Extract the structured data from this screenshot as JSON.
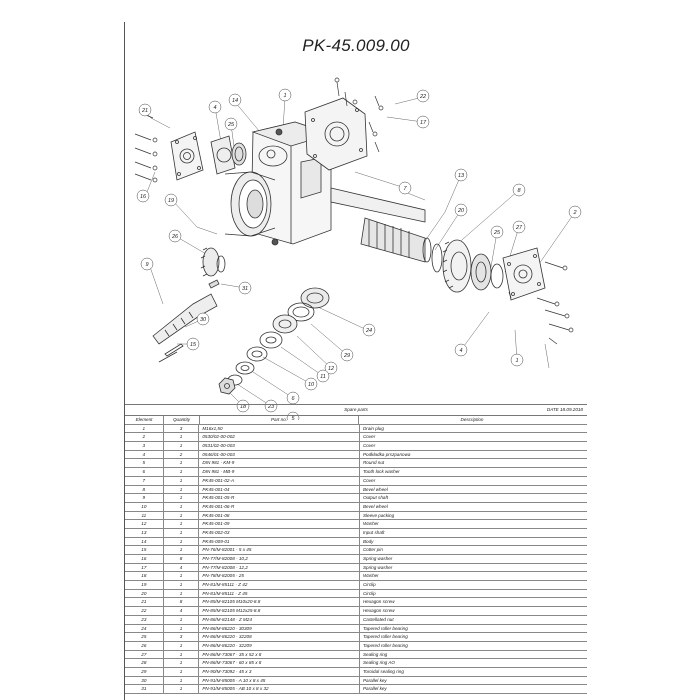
{
  "title": "PK-45.009.00",
  "table": {
    "caption": "Spare parts",
    "date": "DATE 18.09.2018",
    "headers": {
      "element": "Element",
      "quantity": "Quantity",
      "part_no": "Part no.",
      "description": "Description"
    },
    "rows": [
      {
        "el": "1",
        "qty": "3",
        "part": "M16x1,50",
        "desc": "Drain plug"
      },
      {
        "el": "2",
        "qty": "1",
        "part": "0530/02-00-002",
        "desc": "Cover"
      },
      {
        "el": "3",
        "qty": "1",
        "part": "0531/02-00-003",
        "desc": "Cover"
      },
      {
        "el": "4",
        "qty": "2",
        "part": "0546/01-00-003",
        "desc": "Podkładka prszpanowa"
      },
      {
        "el": "5",
        "qty": "1",
        "part": "DIN 981 · KM-9",
        "desc": "Round nut"
      },
      {
        "el": "6",
        "qty": "1",
        "part": "DIN 981 · MB-9",
        "desc": "Tooth lock washer"
      },
      {
        "el": "7",
        "qty": "1",
        "part": "PK45-001-02-A",
        "desc": "Cover"
      },
      {
        "el": "8",
        "qty": "1",
        "part": "PK45-001-04",
        "desc": "Bevel wheel"
      },
      {
        "el": "9",
        "qty": "1",
        "part": "PK45-001-05-R",
        "desc": "Output shaft"
      },
      {
        "el": "10",
        "qty": "1",
        "part": "PK45-001-06-R",
        "desc": "Bevel wheel"
      },
      {
        "el": "11",
        "qty": "1",
        "part": "PK45-001-08",
        "desc": "Sleeve packing"
      },
      {
        "el": "12",
        "qty": "1",
        "part": "PK45-001-09",
        "desc": "Washer"
      },
      {
        "el": "13",
        "qty": "1",
        "part": "PK45-002-03",
        "desc": "Input shaft"
      },
      {
        "el": "14",
        "qty": "1",
        "part": "PK45-009-01",
        "desc": "Body"
      },
      {
        "el": "15",
        "qty": "1",
        "part": "PN-76/M-82001 · 5 x 45",
        "desc": "Cotter pin"
      },
      {
        "el": "16",
        "qty": "8",
        "part": "PN-77/M-82008 · 10,2",
        "desc": "Spring washer"
      },
      {
        "el": "17",
        "qty": "4",
        "part": "PN-77/M-82008 · 12,2",
        "desc": "Spring washer"
      },
      {
        "el": "18",
        "qty": "1",
        "part": "PN-78/M-82005 · 25",
        "desc": "Washer"
      },
      {
        "el": "19",
        "qty": "1",
        "part": "PN-81/M-85111 · Z 42",
        "desc": "Circlip"
      },
      {
        "el": "20",
        "qty": "1",
        "part": "PN-81/M-85111 · Z 45",
        "desc": "Circlip"
      },
      {
        "el": "21",
        "qty": "8",
        "part": "PN-85/M-82105 M10x20-8.8",
        "desc": "Hexagon screw"
      },
      {
        "el": "22",
        "qty": "4",
        "part": "PN-85/M-82105 M12x25-8.8",
        "desc": "Hexagon screw"
      },
      {
        "el": "23",
        "qty": "1",
        "part": "PN-86/M-82148 · Z M24",
        "desc": "Castellated nut"
      },
      {
        "el": "24",
        "qty": "1",
        "part": "PN-86/M-86220 · 30309",
        "desc": "Tapered roller bearing"
      },
      {
        "el": "25",
        "qty": "3",
        "part": "PN-86/M-86220 · 32208",
        "desc": "Tapered roller bearing"
      },
      {
        "el": "26",
        "qty": "1",
        "part": "PN-86/M-86220 · 32209",
        "desc": "Tapered roller bearing"
      },
      {
        "el": "27",
        "qty": "1",
        "part": "PN-86/M-73067 · 35 x 52 x 8",
        "desc": "Sealing ring"
      },
      {
        "el": "28",
        "qty": "1",
        "part": "PN-86/M-73067 · 60 x 85 x 8",
        "desc": "Sealing ring AO"
      },
      {
        "el": "29",
        "qty": "1",
        "part": "PN-90/M-73092 · 45 x 3",
        "desc": "Toroidal sealing ring"
      },
      {
        "el": "30",
        "qty": "1",
        "part": "PN-91/M-85005 · A 10 x 8 x 45",
        "desc": "Parallel key"
      },
      {
        "el": "31",
        "qty": "1",
        "part": "PN-91/M-85005 · AB 10 x 8 x 32",
        "desc": "Parallel key"
      }
    ]
  },
  "callouts": [
    "21",
    "14",
    "1",
    "22",
    "17",
    "4",
    "25",
    "7",
    "16",
    "13",
    "20",
    "8",
    "19",
    "26",
    "2",
    "9",
    "31",
    "25",
    "27",
    "24",
    "30",
    "15",
    "29",
    "12",
    "11",
    "10",
    "6",
    "23",
    "18",
    "5",
    "4",
    "1"
  ]
}
